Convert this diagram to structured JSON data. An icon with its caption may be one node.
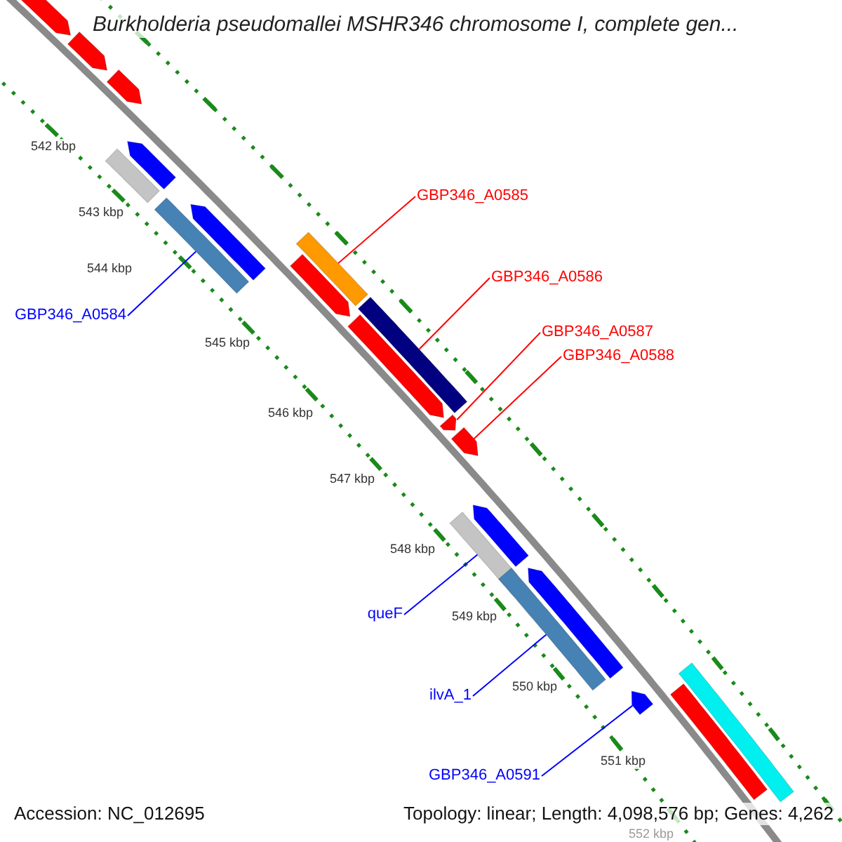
{
  "diagram": {
    "title": "Burkholderia pseudomallei MSHR346 chromosome I, complete gen...",
    "nodes": [
      {
        "text": [
          "GBP346_A0585"
        ]
      },
      {
        "text": [
          "GBP346_A0586"
        ]
      },
      {
        "text": [
          "GBP346_A0584"
        ]
      },
      {
        "text": [
          "GBP346_A0587"
        ]
      },
      {
        "text": [
          "GBP346_A0588"
        ]
      },
      {
        "text": [
          "queF"
        ]
      },
      {
        "text": [
          "ilvA_1"
        ]
      },
      {
        "text": [
          "GBP346_A0591"
        ]
      },
      {
        "text": [],
        "shape": "bar"
      },
      {
        "text": [],
        "shape": "bar"
      },
      {
        "text": [],
        "shape": "bar"
      },
      {
        "text": [],
        "shape": "bar"
      },
      {
        "text": [],
        "shape": "bar"
      },
      {
        "text": [],
        "shape": "bar"
      },
      {
        "text": [],
        "shape": "bar"
      },
      {
        "text": [],
        "shape": "bar"
      },
      {
        "text": [],
        "shape": "bar"
      },
      {
        "text": [],
        "shape": "bar"
      },
      {
        "text": [],
        "shape": "bar"
      },
      {
        "text": [],
        "shape": "bar"
      },
      {
        "text": [],
        "shape": "bar"
      },
      {
        "text": [],
        "shape": "bar"
      },
      {
        "text": [],
        "shape": "bar"
      },
      {
        "text": [],
        "shape": "bar"
      },
      {
        "text": [],
        "shape": "bar"
      },
      {
        "text": [],
        "shape": "bar"
      },
      {
        "text": [],
        "shape": "bar"
      },
      {
        "text": [],
        "shape": "bar"
      }
    ],
    "edges": [
      {
        "from": 0,
        "to": 15,
        "arrow": "none",
        "color": "#ff0000"
      },
      {
        "from": 1,
        "to": 17,
        "arrow": "none",
        "color": "#ff0000"
      },
      {
        "from": 2,
        "to": 14,
        "arrow": "none",
        "color": "#0000ff"
      },
      {
        "from": 3,
        "to": 19,
        "arrow": "none",
        "color": "#ff0000"
      },
      {
        "from": 4,
        "to": 20,
        "arrow": "none",
        "color": "#ff0000"
      },
      {
        "from": 5,
        "to": 22,
        "arrow": "none",
        "color": "#0000ff"
      },
      {
        "from": 6,
        "to": 24,
        "arrow": "none",
        "color": "#0000ff"
      },
      {
        "from": 7,
        "to": 25,
        "arrow": "none",
        "color": "#0000ff"
      }
    ],
    "labels": [
      "542 kbp",
      "543 kbp",
      "544 kbp",
      "545 kbp",
      "546 kbp",
      "547 kbp",
      "548 kbp",
      "549 kbp",
      "550 kbp",
      "551 kbp",
      "552 kbp",
      "Accession: NC_012695",
      "Topology: linear; Length: 4,098,576 bp; Genes: 4,262"
    ]
  }
}
